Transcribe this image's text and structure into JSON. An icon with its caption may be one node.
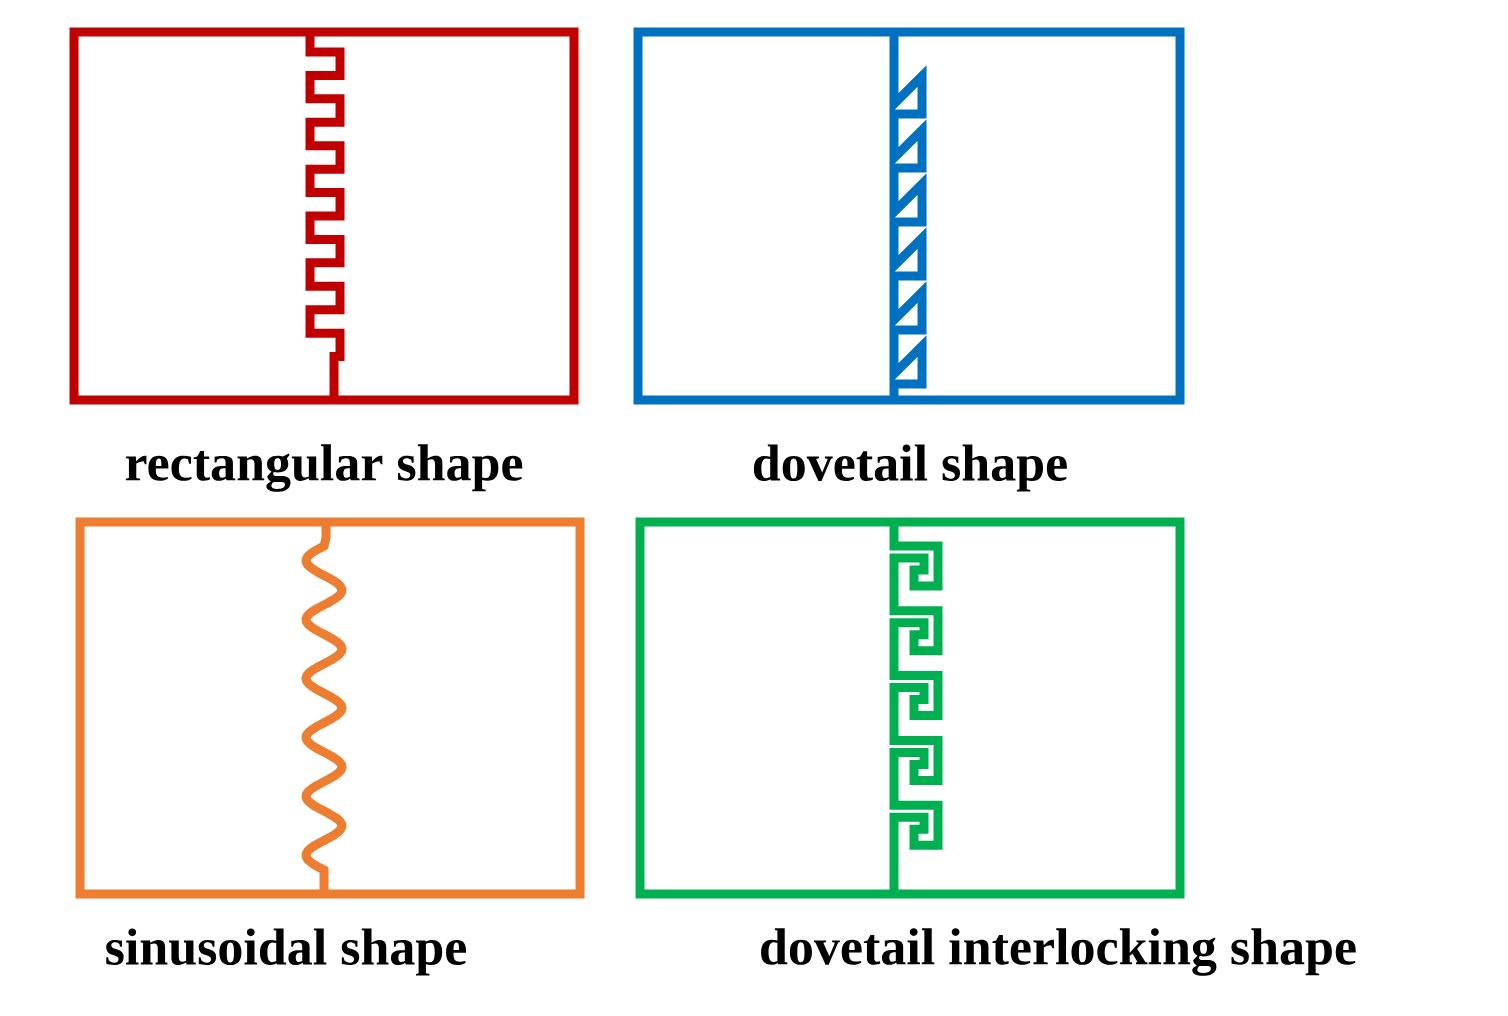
{
  "diagram": {
    "nodes": [
      {
        "text": [
          "rectangular shape"
        ]
      },
      {
        "text": [
          "dovetail shape"
        ]
      },
      {
        "text": [
          "sinusoidal shape"
        ]
      },
      {
        "text": [
          "dovetail interlocking shape"
        ]
      }
    ]
  }
}
